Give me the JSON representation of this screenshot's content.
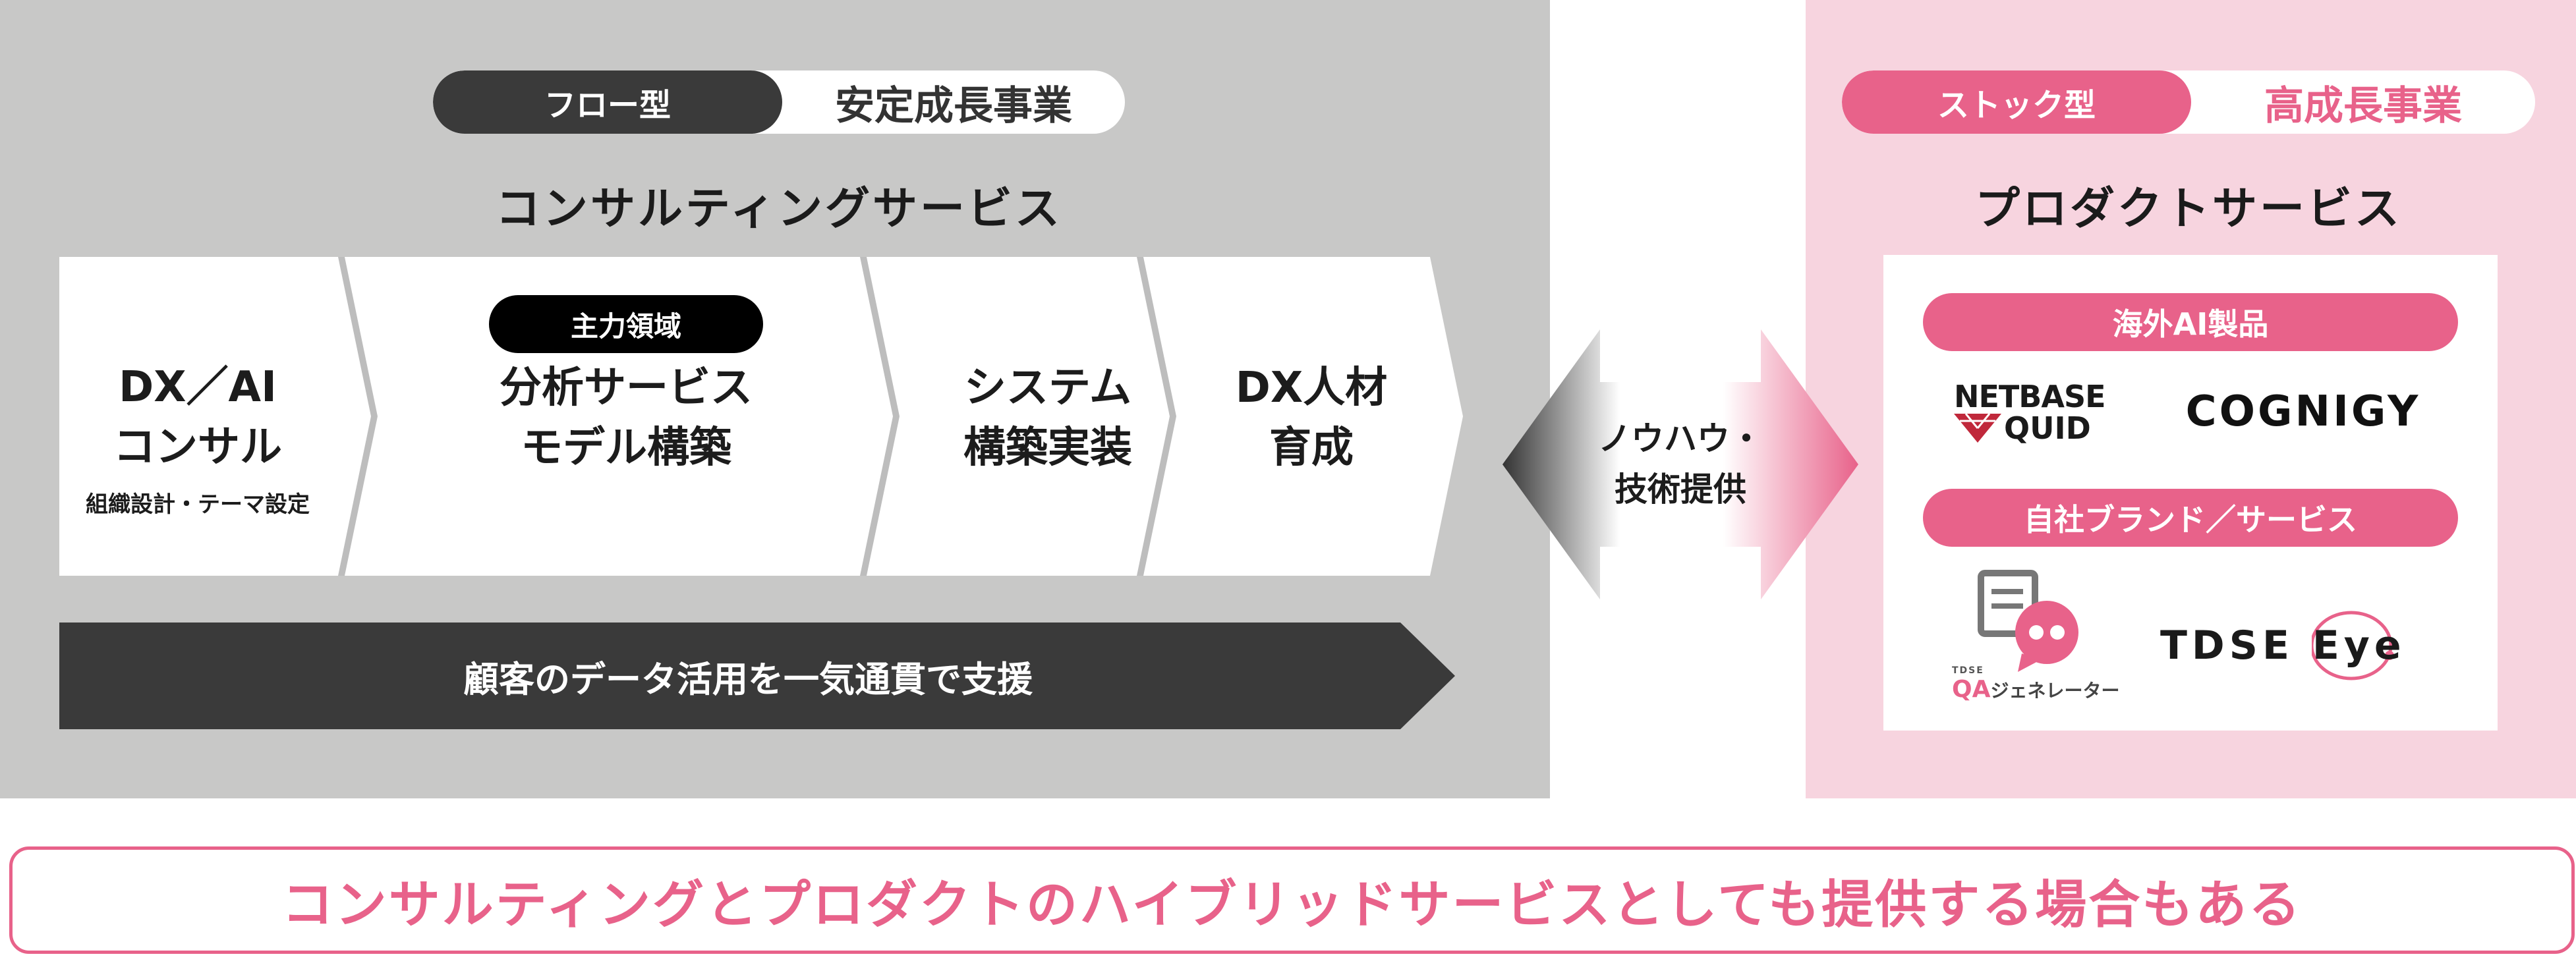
{
  "consulting": {
    "pill_type": "フロー型",
    "pill_business": "安定成長事業",
    "title": "コンサルティングサービス",
    "steps": [
      {
        "line1": "DX／AI",
        "line2": "コンサル",
        "sub": "組織設計・テーマ設定"
      },
      {
        "line1": "分析サービス",
        "line2": "モデル構築",
        "badge": "主力領域"
      },
      {
        "line1": "システム",
        "line2": "構築実装"
      },
      {
        "line1": "DX人材",
        "line2": "育成"
      }
    ],
    "banner": "顧客のデータ活用を一気通貫で支援"
  },
  "exchange": {
    "line1": "ノウハウ・",
    "line2": "技術提供"
  },
  "product": {
    "pill_type": "ストック型",
    "pill_business": "高成長事業",
    "title": "プロダクトサービス",
    "overseas_label": "海外AI製品",
    "overseas_logos": {
      "netbase_line1": "NETBASE",
      "netbase_line2": "QUID",
      "cognigy": "COGNIGY"
    },
    "own_label": "自社ブランド／サービス",
    "own_logos": {
      "qa_small": "TDSE",
      "qa_main": "QA",
      "qa_rest": "ジェネレーター",
      "eye_main": "TDSE Eye"
    }
  },
  "footer": {
    "text": "コンサルティングとプロダクトのハイブリッドサービスとしても提供する場合もある"
  },
  "colors": {
    "gray_panel": "#c8c8c7",
    "pink_panel": "#f7d4df",
    "accent_pink": "#e8628a",
    "dark": "#3a3a3a"
  }
}
